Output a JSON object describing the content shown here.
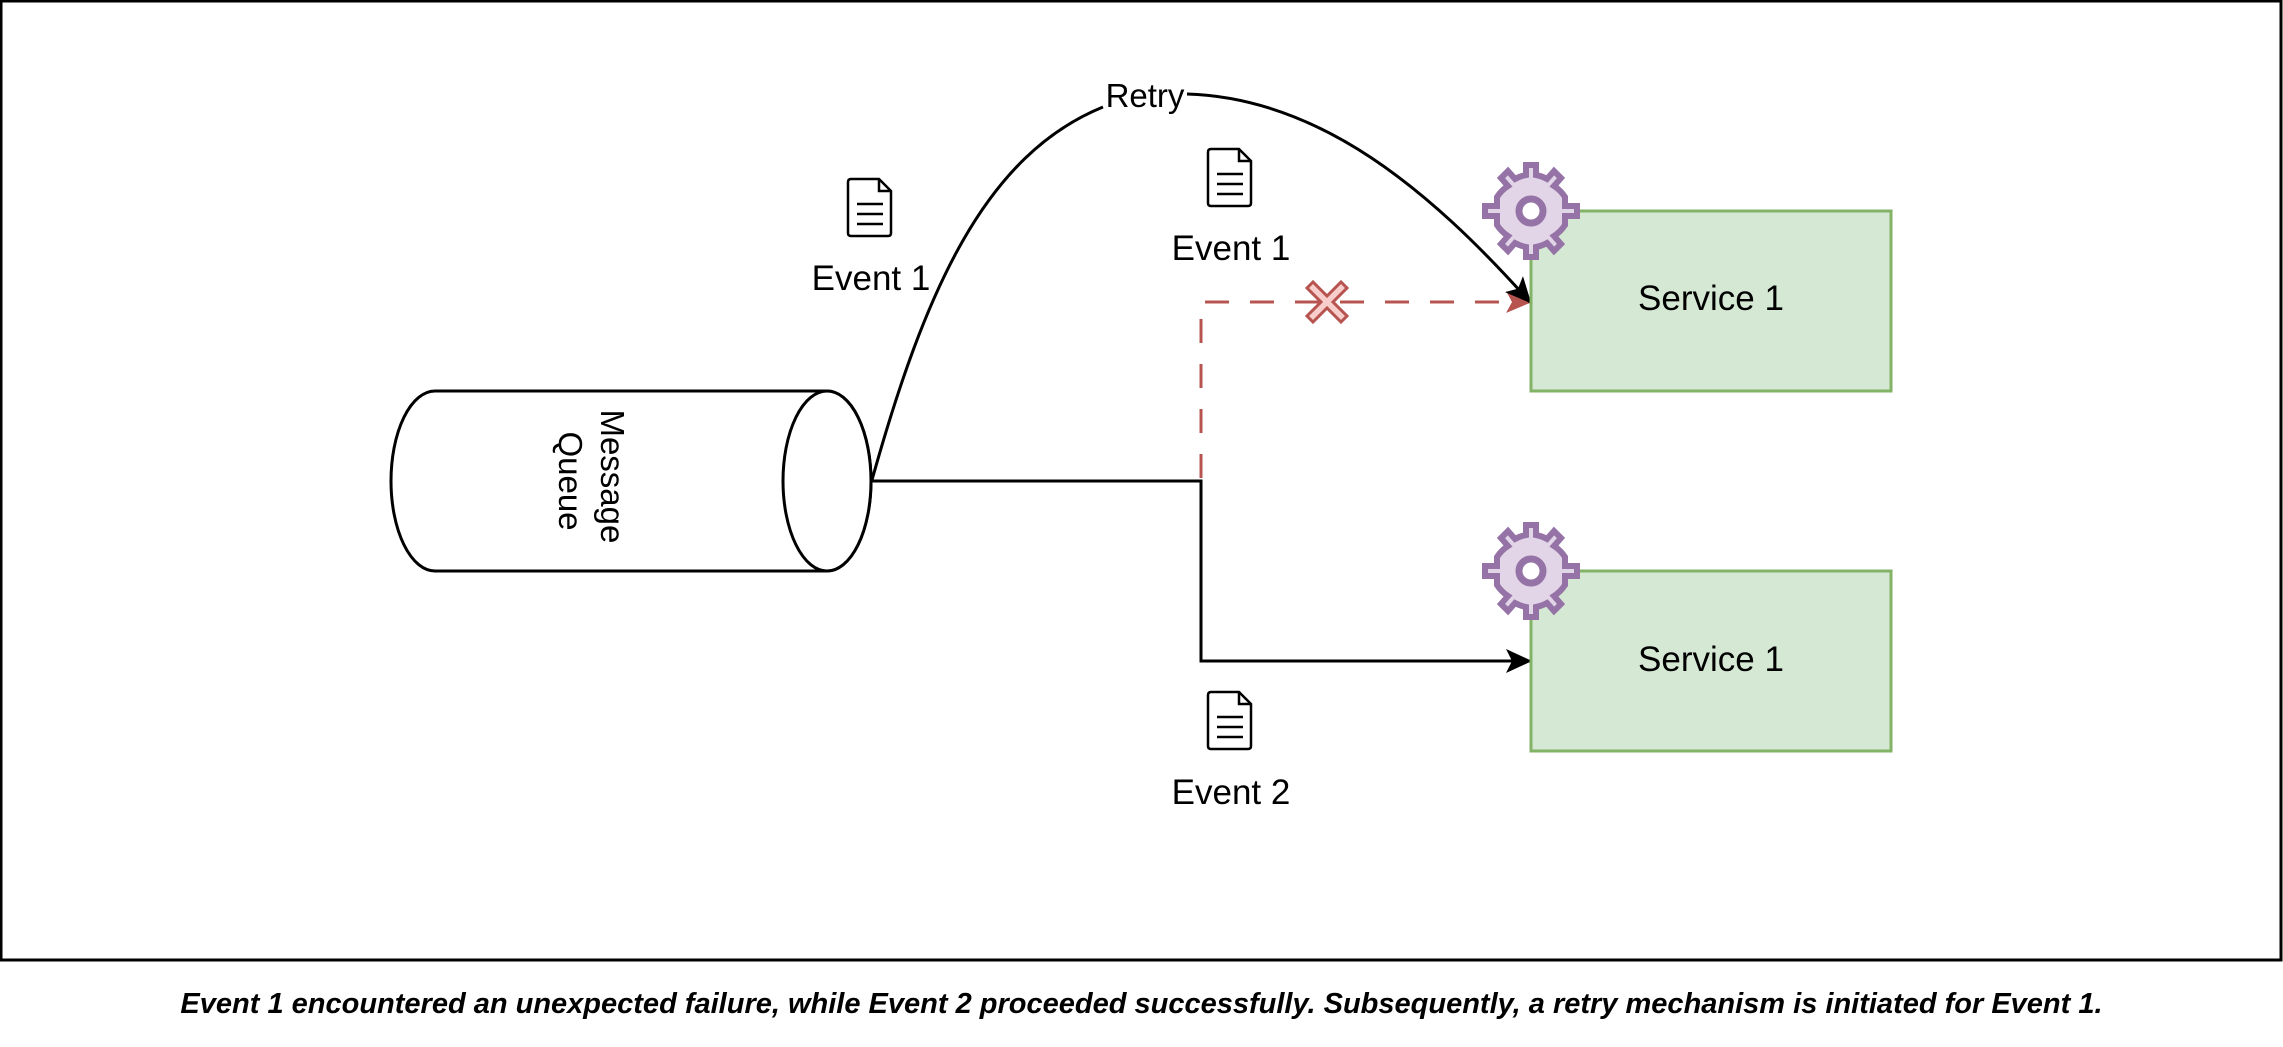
{
  "colors": {
    "frame": "#000000",
    "service_fill": "#d5e8d4",
    "service_stroke": "#82b366",
    "gear_fill": "#e1d5e7",
    "gear_stroke": "#9673a6",
    "failure_stroke": "#b85450",
    "failure_fill": "#f8cecc",
    "line": "#000000"
  },
  "queue": {
    "label": "Message Queue",
    "icon": "cylinder-queue"
  },
  "services": [
    {
      "label": "Service 1",
      "icon": "gear-icon"
    },
    {
      "label": "Service 1",
      "icon": "gear-icon"
    }
  ],
  "events": [
    {
      "label": "Event 1",
      "icon": "document-icon",
      "context": "leaving-queue"
    },
    {
      "label": "Event 1",
      "icon": "document-icon",
      "context": "failed-delivery"
    },
    {
      "label": "Event 2",
      "icon": "document-icon",
      "context": "successful-delivery"
    }
  ],
  "edges": {
    "retry_label": "Retry",
    "failure_marker": "x-mark-icon"
  },
  "caption": "Event 1 encountered an unexpected failure, while Event 2 proceeded successfully. Subsequently, a retry mechanism is initiated for Event 1."
}
